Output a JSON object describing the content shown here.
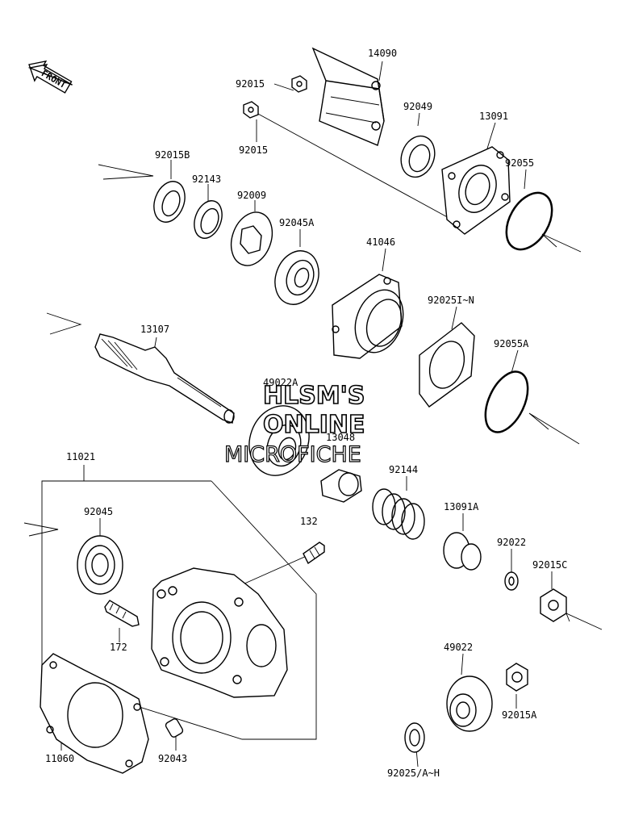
{
  "front_marker": "FRONT",
  "watermark": {
    "line1": "HLSM'S",
    "line2": "ONLINE",
    "line3": "MICROFICHE"
  },
  "parts": [
    {
      "id": "p14090",
      "label": "14090"
    },
    {
      "id": "p92015a",
      "label": "92015"
    },
    {
      "id": "p92015b",
      "label": "92015"
    },
    {
      "id": "p92049",
      "label": "92049"
    },
    {
      "id": "p13091",
      "label": "13091"
    },
    {
      "id": "p92015B",
      "label": "92015B"
    },
    {
      "id": "p92143",
      "label": "92143"
    },
    {
      "id": "p92009",
      "label": "92009"
    },
    {
      "id": "p92045A",
      "label": "92045A"
    },
    {
      "id": "p92055",
      "label": "92055"
    },
    {
      "id": "p41046",
      "label": "41046"
    },
    {
      "id": "p13107",
      "label": "13107"
    },
    {
      "id": "p92025IN",
      "label": "92025I~N"
    },
    {
      "id": "p92055A",
      "label": "92055A"
    },
    {
      "id": "p49022A",
      "label": "49022A"
    },
    {
      "id": "p13048",
      "label": "13048"
    },
    {
      "id": "p11021",
      "label": "11021"
    },
    {
      "id": "p92144",
      "label": "92144"
    },
    {
      "id": "p92045",
      "label": "92045"
    },
    {
      "id": "p132",
      "label": "132"
    },
    {
      "id": "p13091A",
      "label": "13091A"
    },
    {
      "id": "p92022",
      "label": "92022"
    },
    {
      "id": "p92015C",
      "label": "92015C"
    },
    {
      "id": "p172",
      "label": "172"
    },
    {
      "id": "p49022",
      "label": "49022"
    },
    {
      "id": "p92015A",
      "label": "92015A"
    },
    {
      "id": "p11060",
      "label": "11060"
    },
    {
      "id": "p92043",
      "label": "92043"
    },
    {
      "id": "p92025AH",
      "label": "92025/A~H"
    }
  ]
}
